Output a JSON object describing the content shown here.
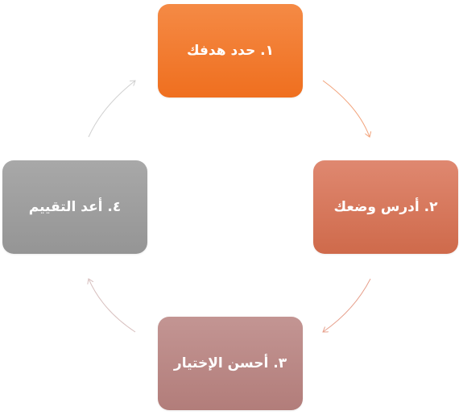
{
  "steps": [
    {
      "label": "١. حدد هدفك",
      "color": "#f07a2c"
    },
    {
      "label": "٢. أدرس وضعك",
      "color": "#d6765a"
    },
    {
      "label": "٣. أحسن الإختيار",
      "color": "#b88886"
    },
    {
      "label": "٤. أعد التقييم",
      "color": "#9e9e9e"
    }
  ],
  "arrow_colors": [
    "#f2a27a",
    "#e7a08c",
    "#d8c0bf",
    "#cfcfcf"
  ]
}
